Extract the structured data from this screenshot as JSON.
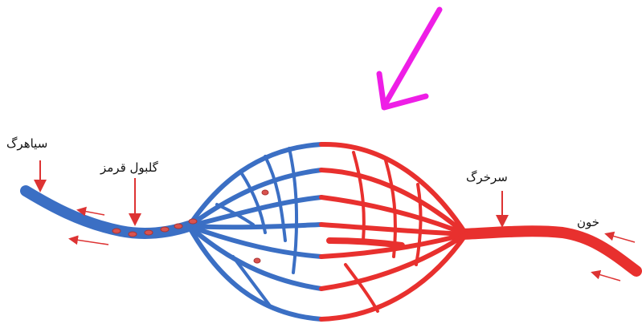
{
  "labels": {
    "vein": "سیاهرگ",
    "red_blood_cell": "گلبول قرمز",
    "artery": "سرخرگ",
    "blood": "خون"
  },
  "colors": {
    "vein": "#3b6fc4",
    "artery": "#e8302e",
    "highlight_arrow": "#ee1ee6",
    "annotation_arrow": "#e23b3b"
  },
  "icons": {
    "highlight_arrow": "magenta-arrow-icon",
    "flow_arrows": "flow-arrow-icon"
  }
}
